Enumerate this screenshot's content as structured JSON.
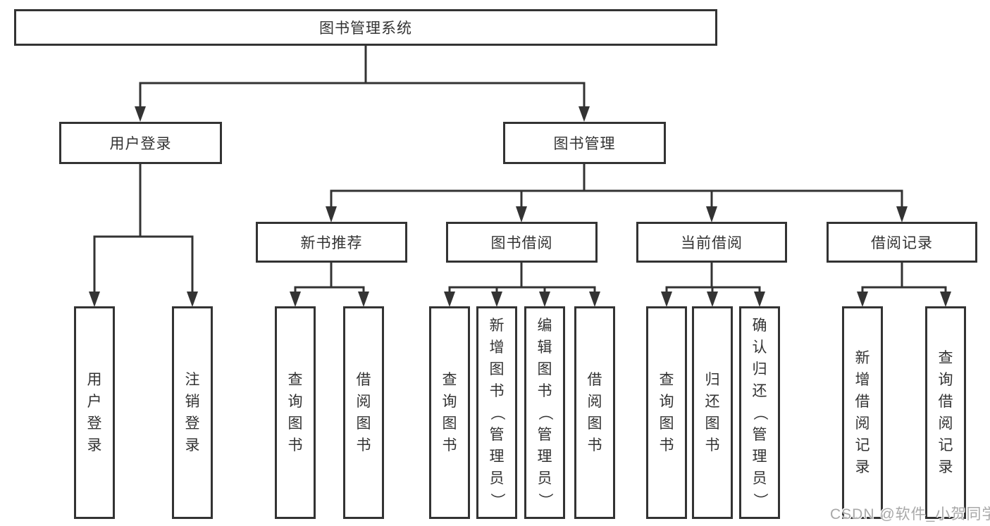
{
  "diagram": {
    "root": {
      "label": "图书管理系统"
    },
    "branches": [
      {
        "label": "用户登录",
        "children": [
          {
            "label": "用户登录"
          },
          {
            "label": "注销登录"
          }
        ]
      },
      {
        "label": "图书管理",
        "children": [
          {
            "label": "新书推荐",
            "children": [
              {
                "label": "查询图书"
              },
              {
                "label": "借阅图书"
              }
            ]
          },
          {
            "label": "图书借阅",
            "children": [
              {
                "label": "查询图书"
              },
              {
                "label": "新增图书（管理员）"
              },
              {
                "label": "编辑图书（管理员）"
              },
              {
                "label": "借阅图书"
              }
            ]
          },
          {
            "label": "当前借阅",
            "children": [
              {
                "label": "查询图书"
              },
              {
                "label": "归还图书"
              },
              {
                "label": "确认归还（管理员）"
              }
            ]
          },
          {
            "label": "借阅记录",
            "children": [
              {
                "label": "新增借阅记录"
              },
              {
                "label": "查询借阅记录"
              }
            ]
          }
        ]
      }
    ]
  },
  "watermark": "CSDN @软件_小贺同学",
  "colors": {
    "line": "#333333",
    "text": "#333333",
    "background": "#ffffff",
    "watermark": "#a8a8a8"
  }
}
